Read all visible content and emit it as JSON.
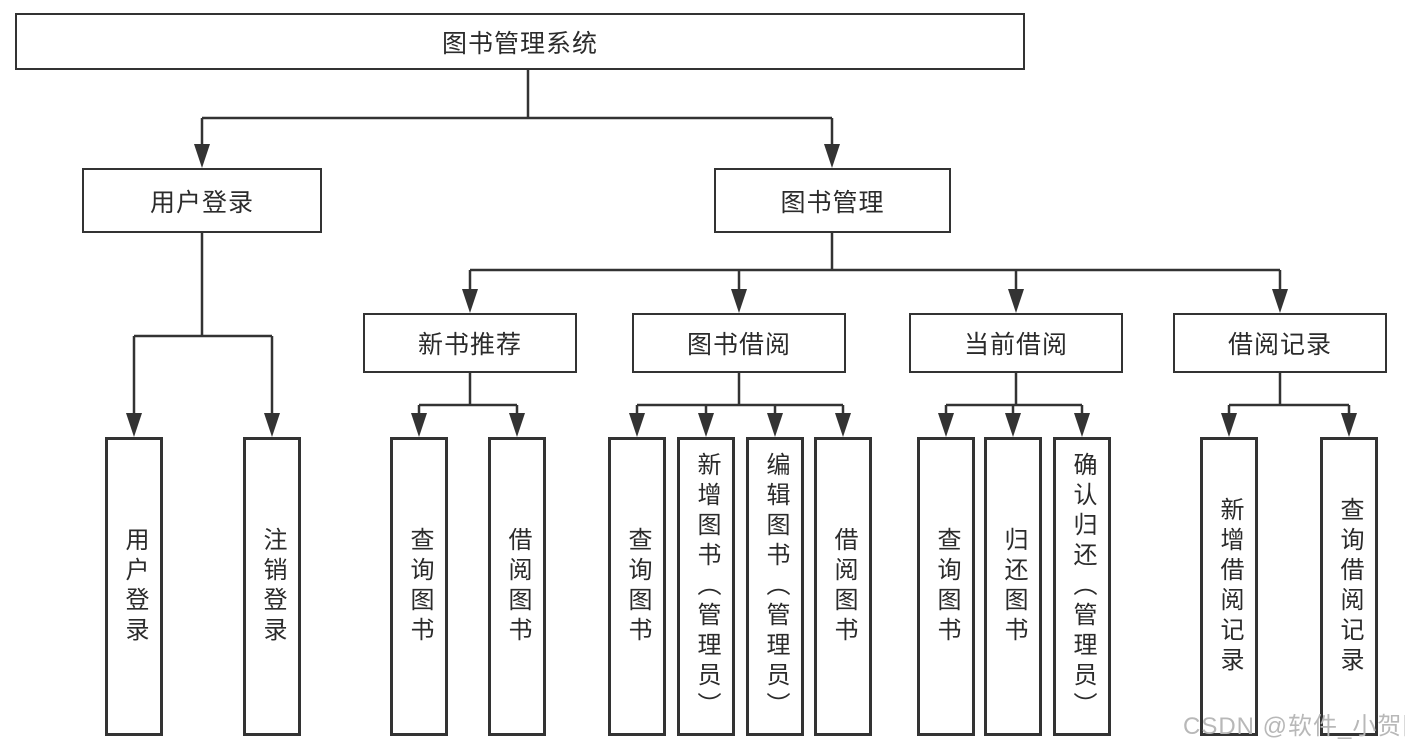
{
  "diagram": {
    "root": {
      "label": "图书管理系统"
    },
    "branches": {
      "user_login": {
        "label": "用户登录",
        "children": {
          "login": {
            "label": "用户登录"
          },
          "logout": {
            "label": "注销登录"
          }
        }
      },
      "book_management": {
        "label": "图书管理",
        "children": {
          "new_book_recommend": {
            "label": "新书推荐",
            "children": {
              "query_books": {
                "label": "查询图书"
              },
              "borrow_books": {
                "label": "借阅图书"
              }
            }
          },
          "book_borrowing": {
            "label": "图书借阅",
            "children": {
              "query_books": {
                "label": "查询图书"
              },
              "add_books": {
                "label": "新增图书（管理员）"
              },
              "edit_books": {
                "label": "编辑图书（管理员）"
              },
              "borrow_books": {
                "label": "借阅图书"
              }
            }
          },
          "current_borrowing": {
            "label": "当前借阅",
            "children": {
              "query_books": {
                "label": "查询图书"
              },
              "return_books": {
                "label": "归还图书"
              },
              "confirm_return": {
                "label": "确认归还（管理员）"
              }
            }
          },
          "borrowing_records": {
            "label": "借阅记录",
            "children": {
              "add_record": {
                "label": "新增借阅记录"
              },
              "query_record": {
                "label": "查询借阅记录"
              }
            }
          }
        }
      }
    }
  },
  "watermark": {
    "text": "CSDN @软件_小贺同学"
  },
  "colors": {
    "line": "#333333",
    "box_border": "#333333",
    "background": "#ffffff",
    "watermark": "#b8b8b8"
  }
}
